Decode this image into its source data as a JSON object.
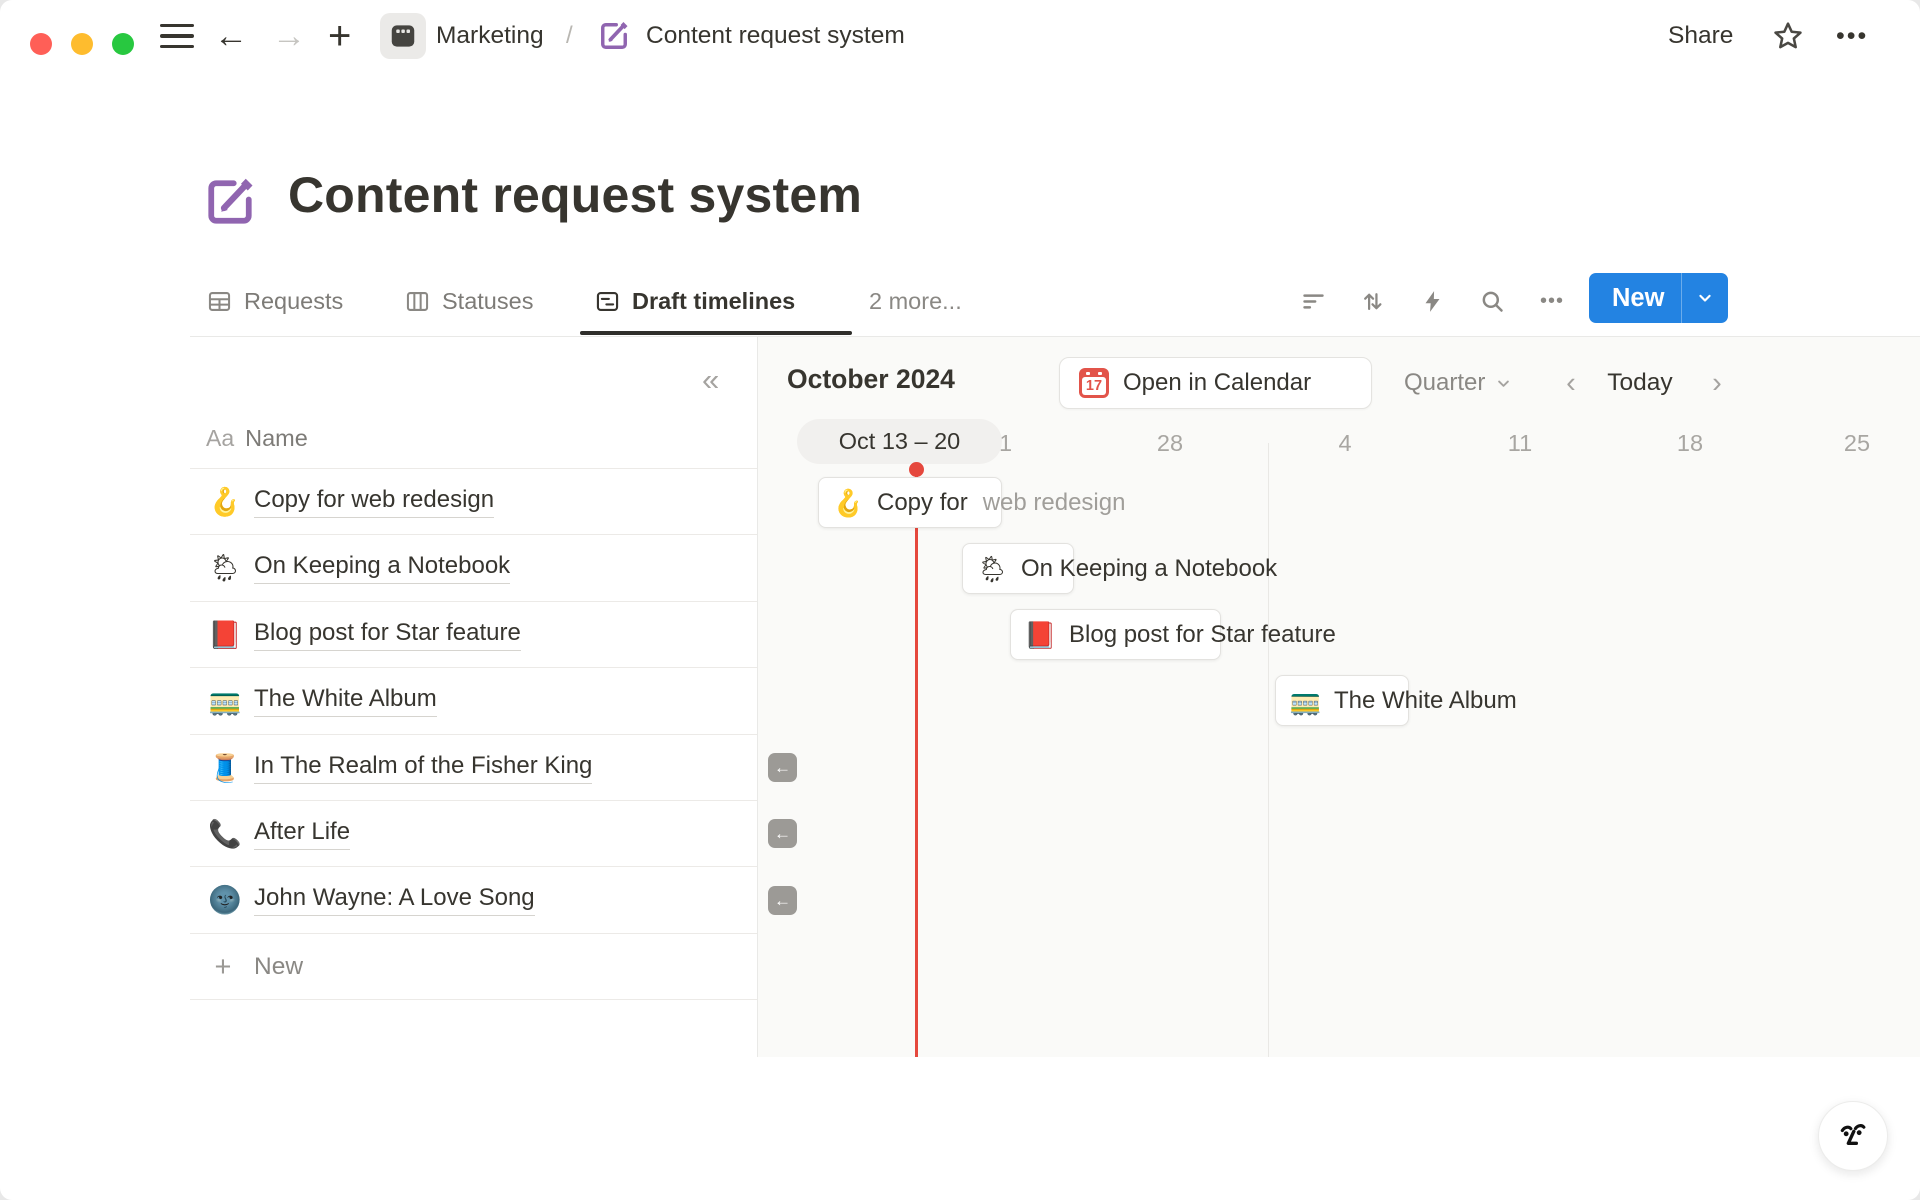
{
  "colors": {
    "accent_blue": "#2383e2",
    "today_red": "#e5483d",
    "page_purple": "#9065b0",
    "text_dark": "#37352f",
    "text_gray": "#787774",
    "text_light_gray": "#a8a6a2"
  },
  "titlebar": {
    "icons": {
      "menu": "hamburger-icon",
      "back": "arrow-left-icon",
      "forward": "arrow-right-icon",
      "new_tab": "plus-icon",
      "workspace": "projects-icon",
      "page": "compose-icon",
      "favorite": "star-icon",
      "more": "ellipsis-icon"
    },
    "back_glyph": "←",
    "forward_glyph": "→",
    "plus_glyph": "+",
    "breadcrumb": {
      "workspace": "Marketing",
      "separator": "/",
      "page": "Content request system"
    },
    "share_label": "Share",
    "more_glyph": "•••"
  },
  "page": {
    "icon": "compose-icon",
    "title": "Content request system"
  },
  "view_tabs": {
    "tabs": [
      {
        "icon": "table-icon",
        "label": "Requests",
        "active": false
      },
      {
        "icon": "board-icon",
        "label": "Statuses",
        "active": false
      },
      {
        "icon": "timeline-icon",
        "label": "Draft timelines",
        "active": true
      }
    ],
    "more_label": "2 more...",
    "toolbar_icons": {
      "filter": "filter-icon",
      "sort": "sort-icon",
      "automations": "lightning-icon",
      "search": "search-icon",
      "more": "ellipsis-icon"
    },
    "toolbar_more_glyph": "•••",
    "new_button": {
      "label": "New",
      "dropdown_icon": "chevron-down-icon"
    }
  },
  "sidebar": {
    "collapse_glyph": "«",
    "name_column": {
      "type_glyph": "Aa",
      "label": "Name"
    },
    "rows": [
      {
        "icon": "🪝",
        "title": "Copy for web redesign"
      },
      {
        "icon": "🌦",
        "title": "On Keeping a Notebook"
      },
      {
        "icon": "📕",
        "title": "Blog post for Star feature"
      },
      {
        "icon": "🚃",
        "title": "The White Album"
      },
      {
        "icon": "🧵",
        "title": "In The Realm of the Fisher King"
      },
      {
        "icon": "📞",
        "title": "After Life"
      },
      {
        "icon": "🌚",
        "title": "John Wayne: A Love Song"
      }
    ],
    "new_row": {
      "plus_glyph": "+",
      "label": "New"
    }
  },
  "timeline": {
    "month_label": "October 2024",
    "open_in_calendar": {
      "icon": "calendar-icon",
      "icon_day": "17",
      "label": "Open in Calendar"
    },
    "scale_selector": {
      "label": "Quarter",
      "icon": "chevron-down-icon"
    },
    "nav": {
      "prev": "‹",
      "today": "Today",
      "next": "›"
    },
    "hover_date_range": "Oct 13 – 20",
    "axis_ticks": [
      "21",
      "28",
      "4",
      "11",
      "18",
      "25"
    ],
    "bars": [
      {
        "icon": "🪝",
        "label_inside": "Copy for",
        "label_overflow": "web redesign"
      },
      {
        "icon": "🌦",
        "label": "On Keeping a Notebook"
      },
      {
        "icon": "📕",
        "label": "Blog post for Star feature"
      },
      {
        "icon": "🚃",
        "label": "The White Album"
      }
    ],
    "offscreen_indicator_glyph": "←"
  },
  "ai_button": {
    "icon": "notion-ai-face-icon"
  }
}
